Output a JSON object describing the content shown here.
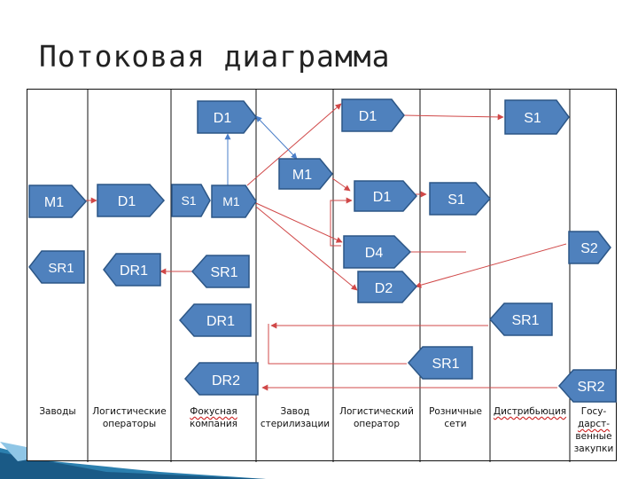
{
  "title": "Потоковая диаграмма",
  "lanes": [
    {
      "line1": "Заводы",
      "line2": ""
    },
    {
      "line1": "Логистические",
      "line2": "операторы"
    },
    {
      "line1": "Фокусная",
      "line2": "компания"
    },
    {
      "line1": "Завод",
      "line2": "стерилизации"
    },
    {
      "line1": "Логистический",
      "line2": "оператор"
    },
    {
      "line1": "Розничные",
      "line2": "сети"
    },
    {
      "line1": "Дистрибьюция",
      "line2": ""
    },
    {
      "line1": "Госу-",
      "line2": "дарст-",
      "line3": "венные",
      "line4": "закупки"
    }
  ],
  "nodes": {
    "d1_top": "D1",
    "d1_top2": "D1",
    "s1_top": "S1",
    "m1_mid": "M1",
    "m1_left": "M1",
    "d1_left": "D1",
    "s1_focus": "S1",
    "m1_focus": "M1",
    "d1_center": "D1",
    "s1_retail": "S1",
    "d4": "D4",
    "s2": "S2",
    "d2": "D2",
    "sr1_left": "SR1",
    "dr1_left": "DR1",
    "sr1_focus": "SR1",
    "dr1_mid": "DR1",
    "sr1_dist": "SR1",
    "sr1_retail": "SR1",
    "dr2": "DR2",
    "sr2": "SR2"
  },
  "colors": {
    "node_fill": "#4f81bd",
    "node_stroke": "#2c5686",
    "node_text": "#ffffff",
    "red_arrow": "#d04848",
    "blue_arrow": "#4a7ec8"
  }
}
